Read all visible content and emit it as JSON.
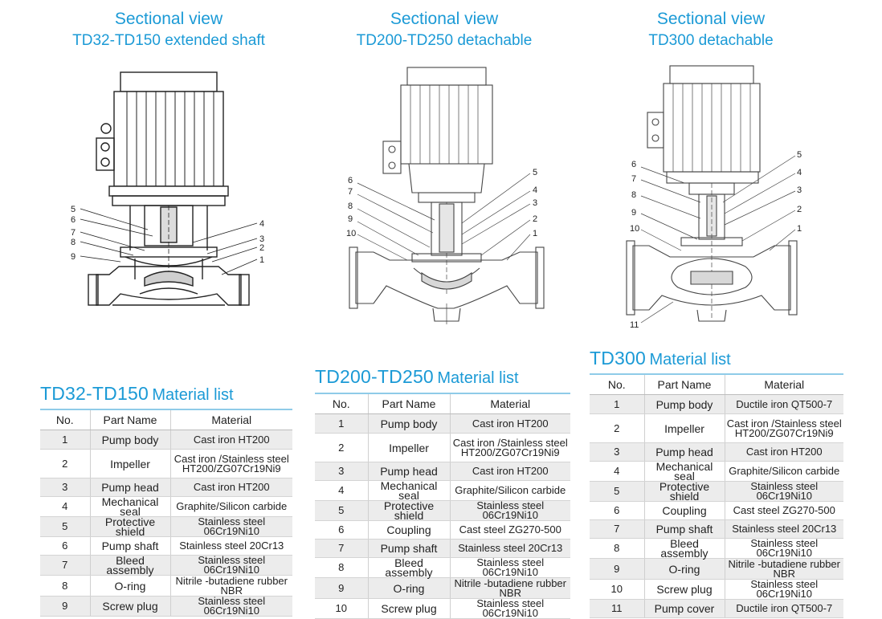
{
  "views": [
    {
      "title": "Sectional view",
      "subtitle": "TD32-TD150 extended shaft",
      "labels": [
        "1",
        "2",
        "3",
        "4",
        "5",
        "6",
        "7",
        "8",
        "9"
      ]
    },
    {
      "title": "Sectional view",
      "subtitle": "TD200-TD250 detachable",
      "labels": [
        "1",
        "2",
        "3",
        "4",
        "5",
        "6",
        "7",
        "8",
        "9",
        "10"
      ]
    },
    {
      "title": "Sectional view",
      "subtitle": "TD300 detachable",
      "labels": [
        "1",
        "2",
        "3",
        "4",
        "5",
        "6",
        "7",
        "8",
        "9",
        "10",
        "11"
      ]
    }
  ],
  "tables": [
    {
      "model": "TD32-TD150",
      "suffix": "Material list",
      "headers": [
        "No.",
        "Part Name",
        "Material"
      ],
      "rows": [
        [
          "1",
          "Pump body",
          "Cast iron HT200"
        ],
        [
          "2",
          "Impeller",
          "Cast iron /Stainless steel HT200/ZG07Cr19Ni9"
        ],
        [
          "3",
          "Pump head",
          "Cast iron HT200"
        ],
        [
          "4",
          "Mechanical seal",
          "Graphite/Silicon carbide"
        ],
        [
          "5",
          "Protective shield",
          "Stainless steel 06Cr19Ni10"
        ],
        [
          "6",
          "Pump shaft",
          "Stainless steel 20Cr13"
        ],
        [
          "7",
          "Bleed assembly",
          "Stainless steel 06Cr19Ni10"
        ],
        [
          "8",
          "O-ring",
          "Nitrile -butadiene rubber NBR"
        ],
        [
          "9",
          "Screw plug",
          "Stainless steel 06Cr19Ni10"
        ]
      ]
    },
    {
      "model": "TD200-TD250",
      "suffix": "Material list",
      "headers": [
        "No.",
        "Part Name",
        "Material"
      ],
      "rows": [
        [
          "1",
          "Pump body",
          "Cast iron HT200"
        ],
        [
          "2",
          "Impeller",
          "Cast iron /Stainless steel HT200/ZG07Cr19Ni9"
        ],
        [
          "3",
          "Pump head",
          "Cast iron HT200"
        ],
        [
          "4",
          "Mechanical seal",
          "Graphite/Silicon carbide"
        ],
        [
          "5",
          "Protective shield",
          "Stainless steel 06Cr19Ni10"
        ],
        [
          "6",
          "Coupling",
          "Cast steel ZG270-500"
        ],
        [
          "7",
          "Pump shaft",
          "Stainless steel 20Cr13"
        ],
        [
          "8",
          "Bleed assembly",
          "Stainless steel 06Cr19Ni10"
        ],
        [
          "9",
          "O-ring",
          "Nitrile -butadiene rubber NBR"
        ],
        [
          "10",
          "Screw plug",
          "Stainless steel 06Cr19Ni10"
        ]
      ]
    },
    {
      "model": "TD300",
      "suffix": "Material list",
      "headers": [
        "No.",
        "Part Name",
        "Material"
      ],
      "rows": [
        [
          "1",
          "Pump body",
          "Ductile iron QT500-7"
        ],
        [
          "2",
          "Impeller",
          "Cast iron /Stainless steel HT200/ZG07Cr19Ni9"
        ],
        [
          "3",
          "Pump head",
          "Cast iron HT200"
        ],
        [
          "4",
          "Mechanical seal",
          "Graphite/Silicon carbide"
        ],
        [
          "5",
          "Protective shield",
          "Stainless steel 06Cr19Ni10"
        ],
        [
          "6",
          "Coupling",
          "Cast steel ZG270-500"
        ],
        [
          "7",
          "Pump shaft",
          "Stainless steel 20Cr13"
        ],
        [
          "8",
          "Bleed assembly",
          "Stainless steel 06Cr19Ni10"
        ],
        [
          "9",
          "O-ring",
          "Nitrile -butadiene rubber NBR"
        ],
        [
          "10",
          "Screw plug",
          "Stainless steel 06Cr19Ni10"
        ],
        [
          "11",
          "Pump cover",
          "Ductile iron QT500-7"
        ]
      ]
    }
  ],
  "colors": {
    "accent": "#1b9ad6",
    "rule": "#8fcbe8",
    "row_shade": "#ececec"
  }
}
